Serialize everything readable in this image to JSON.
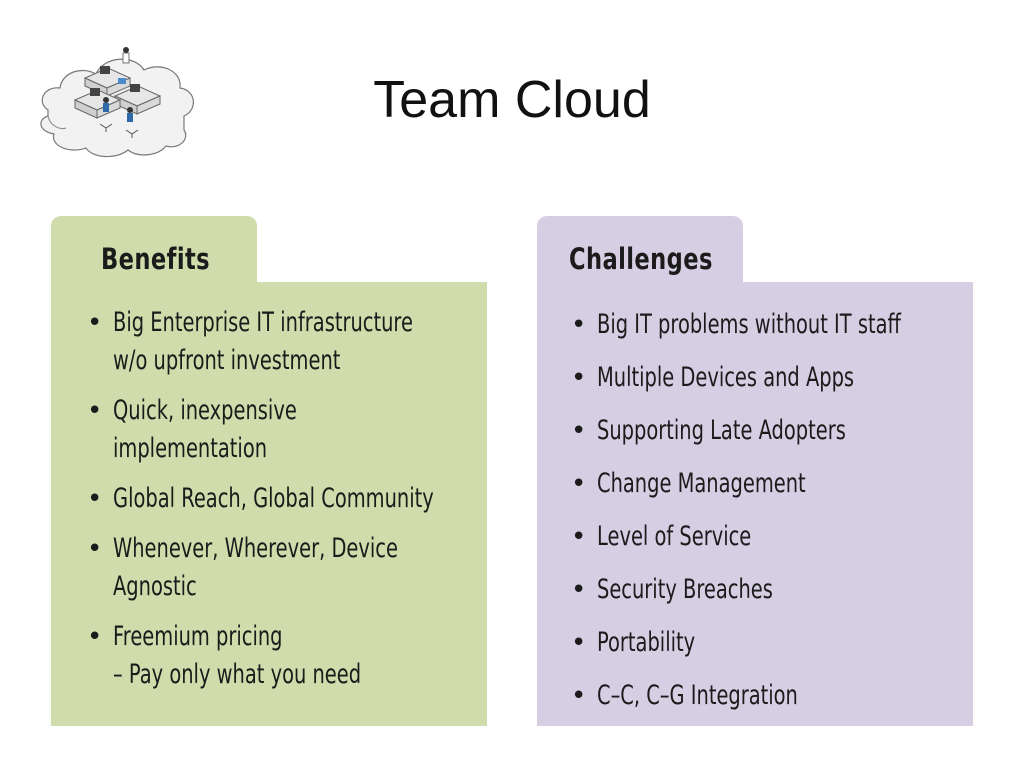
{
  "title": "Team Cloud",
  "logo_icon": "team-cloud-office-illustration",
  "benefits": {
    "heading": "Benefits",
    "color": "#d0dcab",
    "items": [
      [
        "Big Enterprise IT infrastructure",
        "w/o upfront investment"
      ],
      [
        "Quick, inexpensive",
        "implementation"
      ],
      [
        "Global Reach, Global Community"
      ],
      [
        "Whenever, Wherever, Device",
        "Agnostic"
      ],
      [
        "Freemium pricing",
        "– Pay only what you need"
      ]
    ]
  },
  "challenges": {
    "heading": "Challenges",
    "color": "#d6cfe4",
    "items": [
      [
        "Big IT problems without IT staff"
      ],
      [
        "Multiple Devices and Apps"
      ],
      [
        "Supporting Late Adopters"
      ],
      [
        "Change Management"
      ],
      [
        "Level of Service"
      ],
      [
        "Security Breaches"
      ],
      [
        "Portability"
      ],
      [
        "C–C, C–G Integration"
      ]
    ]
  }
}
